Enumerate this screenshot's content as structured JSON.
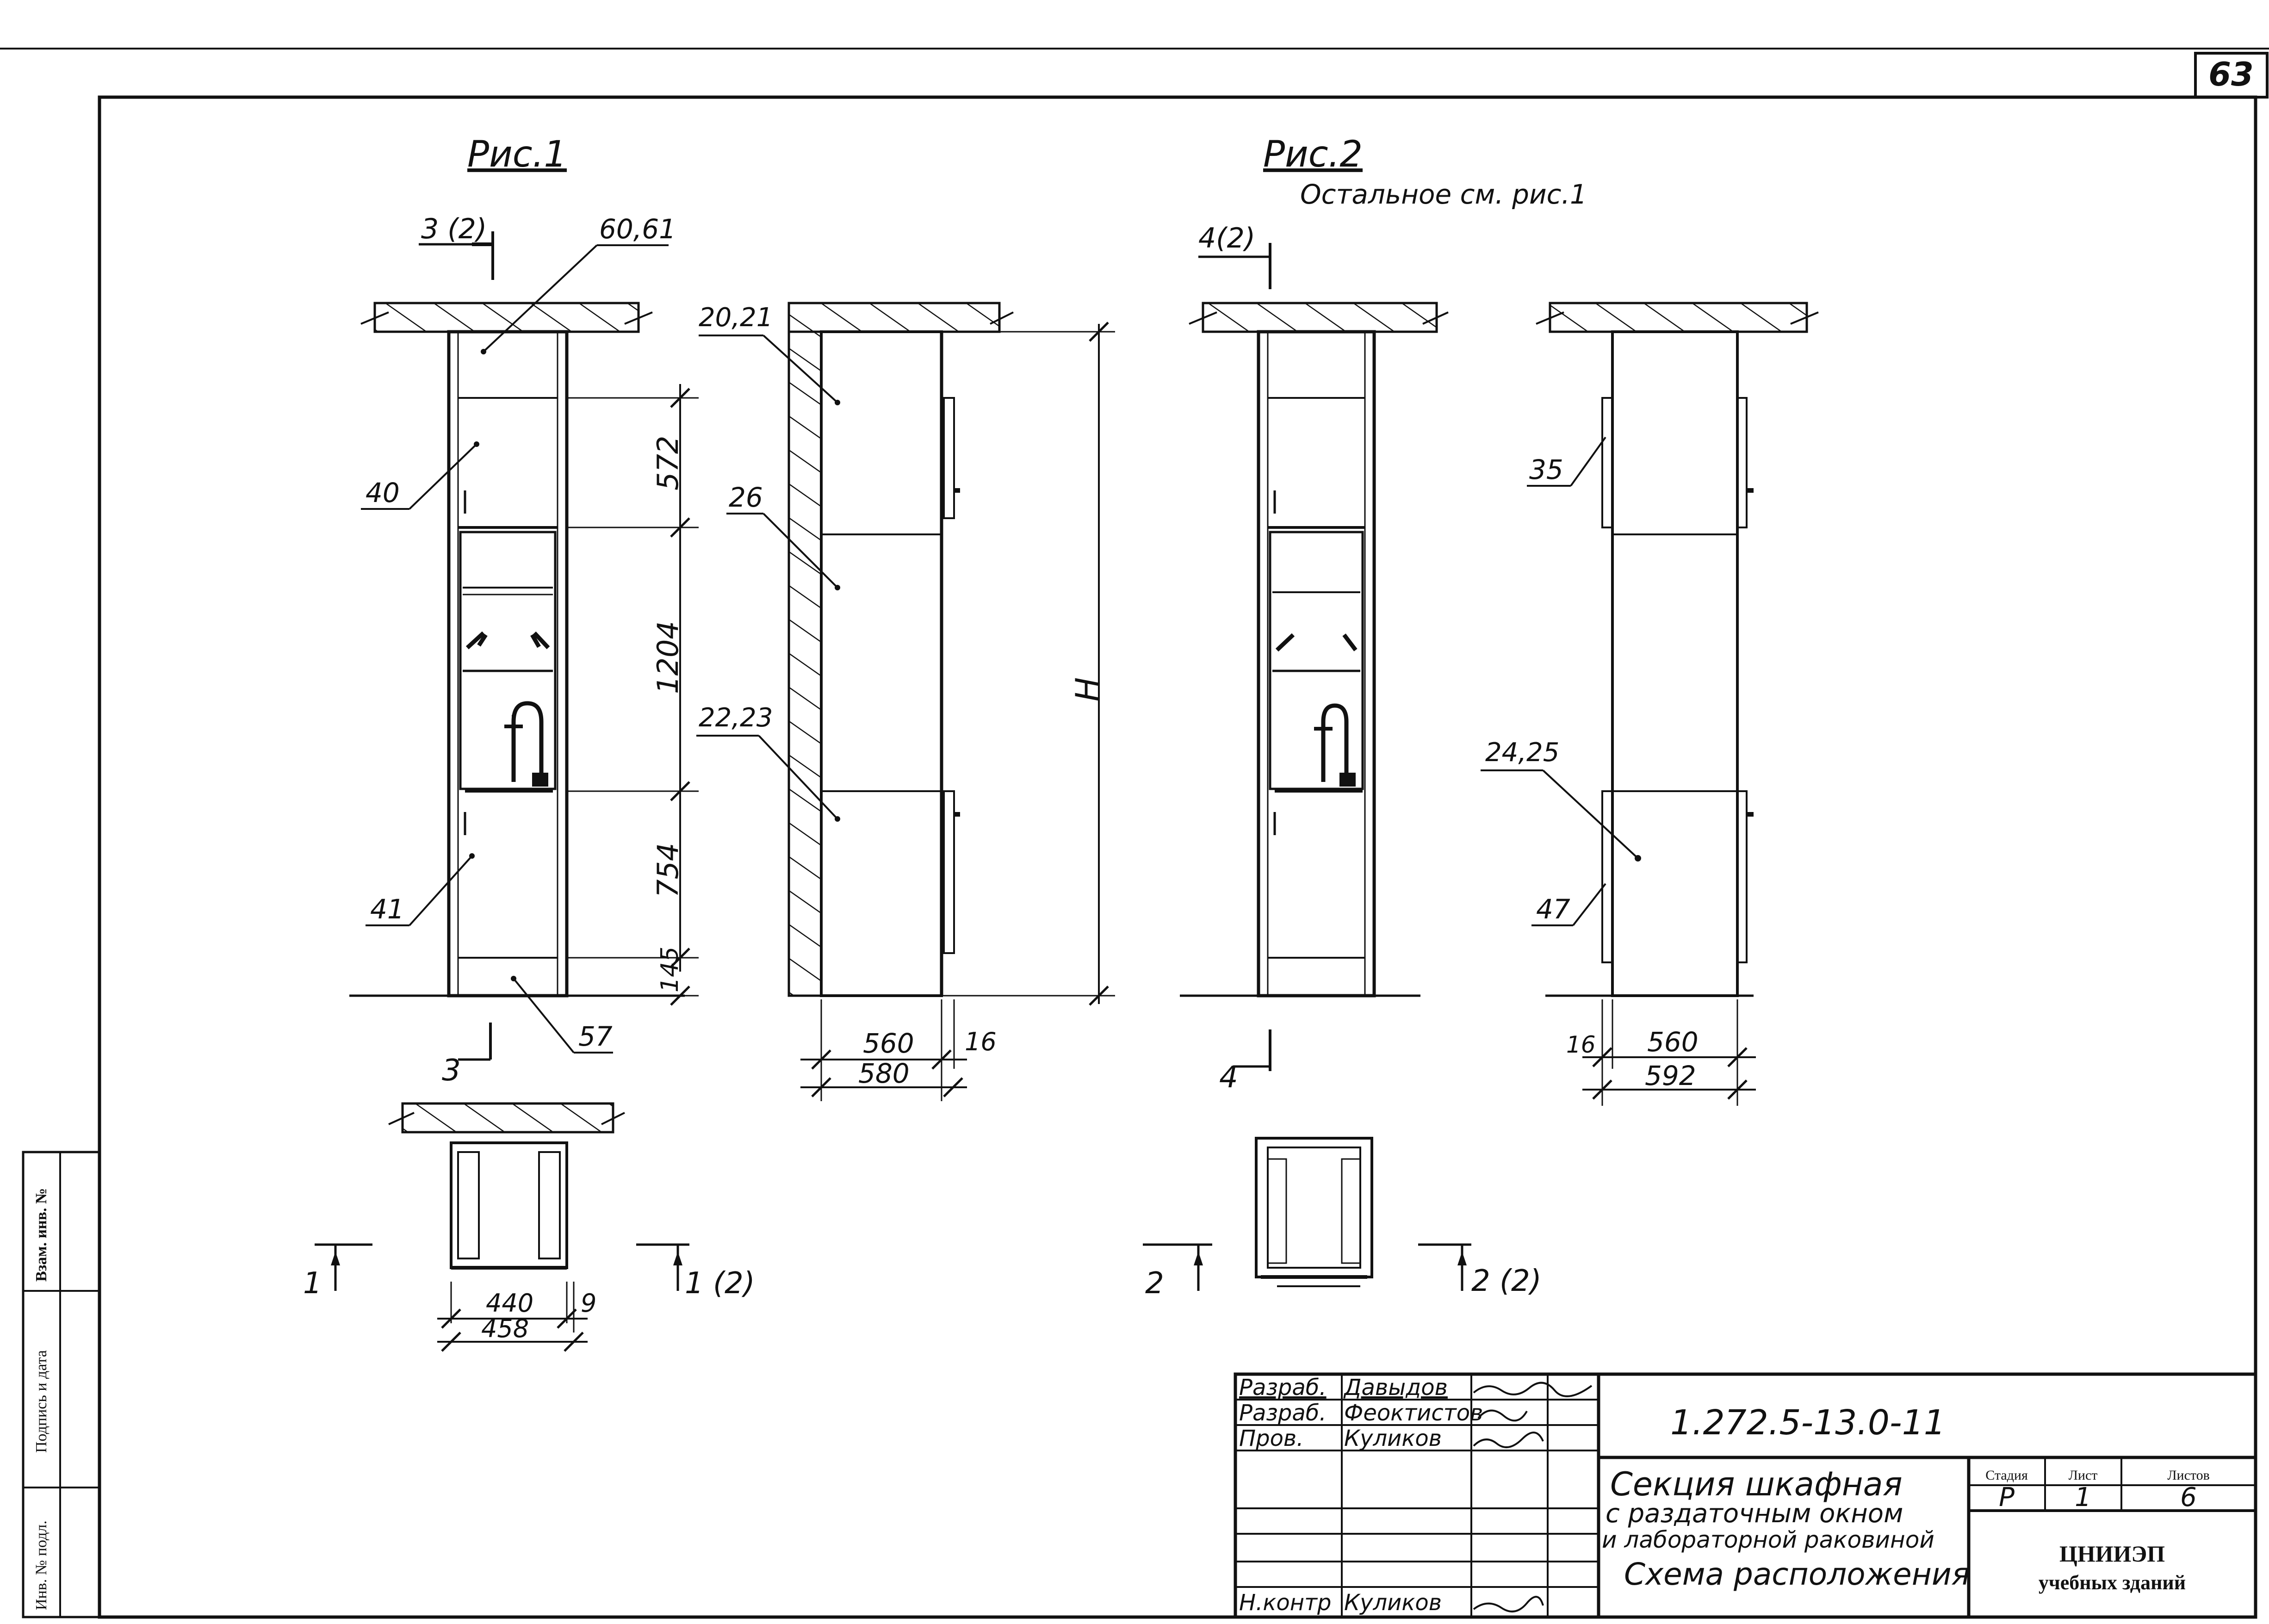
{
  "sheet": {
    "page_number": "63",
    "fig1_title": "Рис.1",
    "fig2_title": "Рис.2",
    "fig2_note": "Остальное см. рис.1"
  },
  "callouts": {
    "section_3_label": "3 (2)",
    "section_4_label": "4(2)",
    "c_60_61": "60,61",
    "c_40": "40",
    "c_41": "41",
    "c_57": "57",
    "c_20_21": "20,21",
    "c_26": "26",
    "c_22_23": "22,23",
    "c_35": "35",
    "c_24_25": "24,25",
    "c_47": "47"
  },
  "dimensions": {
    "d572": "572",
    "d1204": "1204",
    "d754": "754",
    "d145": "145",
    "H": "H",
    "d560_a": "560",
    "d16_a": "16",
    "d580": "580",
    "d16_b": "16",
    "d560_b": "560",
    "d592": "592",
    "d440": "440",
    "d9": "9",
    "d458": "458"
  },
  "section_marks": {
    "s3": "3",
    "s4": "4",
    "s1_left": "1",
    "s1_right": "1 (2)",
    "s2_left": "2",
    "s2_right": "2 (2)"
  },
  "left_stamp": {
    "inv_podl": "Инв. № подл.",
    "podpis_data": "Подпись и дата",
    "vzam_inv": "Взам. инв. №"
  },
  "title_block": {
    "row1_role": "Разраб.",
    "row1_name": "Давыдов",
    "row2_role": "Разраб.",
    "row2_name": "Феоктистов",
    "row3_role": "Пров.",
    "row3_name": "Куликов",
    "row6_role": "Н.контр",
    "row6_name": "Куликов",
    "doc_code": "1.272.5-13.0-11",
    "title_line1": "Секция шкафная",
    "title_line2": "с раздаточным окном",
    "title_line3": "и лабораторной раковиной",
    "title_line4": "Схема расположения",
    "stage_header": "Стадия",
    "sheet_header": "Лист",
    "sheets_header": "Листов",
    "stage_value": "Р",
    "sheet_value": "1",
    "sheets_value": "6",
    "org_line1": "ЦНИИЭП",
    "org_line2": "учебных зданий"
  }
}
